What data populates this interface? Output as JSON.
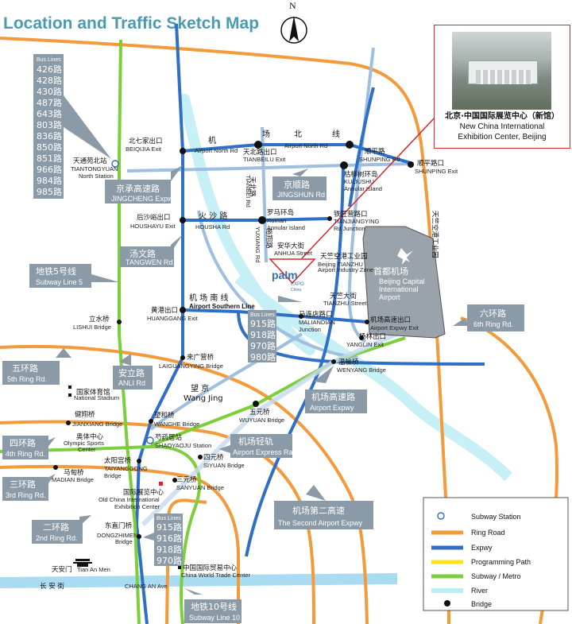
{
  "title": "Location and Traffic Sketch Map",
  "compass": "N",
  "photo_caption": {
    "zh": "北京·中国国际展览中心（新馆）",
    "en1": "New China International",
    "en2": "Exhibition Center, Beijing"
  },
  "callouts": {
    "bus_lines_1": {
      "header": "Bus Lines",
      "routes": [
        "426路",
        "428路",
        "430路",
        "487路",
        "643路",
        "803路",
        "836路",
        "850路",
        "851路",
        "966路",
        "984路",
        "985路"
      ]
    },
    "bus_lines_2": {
      "header": "Bus Lines",
      "routes": [
        "915路",
        "918路",
        "970路",
        "980路"
      ]
    },
    "bus_lines_3": {
      "header": "Bus Lines",
      "routes": [
        "915路",
        "916路",
        "918路",
        "970路"
      ]
    },
    "jingcheng": {
      "zh": "京承高速路",
      "en": "JINGCHENG Expwy"
    },
    "jingshun": {
      "zh": "京顺路",
      "en": "JINGSHUN Rd"
    },
    "tangwen": {
      "zh": "汤文路",
      "en": "TANGWEN Rd"
    },
    "subway5": {
      "zh": "地铁5号线",
      "en": "Subway Line 5"
    },
    "ring6": {
      "zh": "六环路",
      "en": "6th Ring Rd."
    },
    "ring5": {
      "zh": "五环路",
      "en": "5th Ring Rd."
    },
    "anli": {
      "zh": "安立路",
      "en": "ANLI Rd"
    },
    "airport_expwy": {
      "zh": "机场高速路",
      "en": "Airport Expwy"
    },
    "ring4": {
      "zh": "四环路",
      "en": "4th Ring Rd."
    },
    "airport_rail": {
      "zh": "机场轻轨",
      "en": "Airport Express Rail"
    },
    "ring3": {
      "zh": "三环路",
      "en": "3rd Ring Rd."
    },
    "second_airport": {
      "zh": "机场第二高速",
      "en": "The Second Airport Expwy"
    },
    "ring2": {
      "zh": "二环路",
      "en": "2nd Ring Rd."
    },
    "subway10": {
      "zh": "地铁10号线",
      "en": "Subway Line 10"
    },
    "airport": {
      "zh": "首都机场",
      "en1": "Beijing Capital",
      "en2": "International",
      "en3": "Airport"
    }
  },
  "roads": {
    "airport_north": {
      "zh1": "机",
      "zh2": "场",
      "zh3": "北",
      "zh4": "线",
      "en": "Airport North Rd"
    },
    "airport_north_en2": "Airport North Rd",
    "housha": {
      "zh": "火  沙  路",
      "en": "HOUSHA Rd"
    },
    "airport_south": {
      "zh": "机  场  南  线",
      "en": "Airport Southern Line"
    },
    "tianbei": {
      "zh": "天北路",
      "en": "TIANBEI Rd"
    },
    "yuxiang": {
      "zh": "裕翔路",
      "en": "YUXIANG Rd"
    },
    "changan": {
      "zh": "长        安        街",
      "en": "CHANG AN Ave"
    },
    "tianzhu_st": {
      "zh": "天竺大街",
      "en": "TIANZHU Street"
    },
    "anhua_st": {
      "zh": "安华大街",
      "en": "ANHUA Street"
    },
    "wangjing": {
      "zh": "望 京",
      "en": "Wang Jing"
    },
    "shunyi_rd": {
      "zh": "天竺空港工业园",
      "en": ""
    }
  },
  "places": [
    {
      "zh": "北七家出口",
      "en": "BEIQIJIA Exit"
    },
    {
      "zh": "天北路出口",
      "en": "TIANBEILU Exit"
    },
    {
      "zh": "顺平路",
      "en": "SHUNPING Rd"
    },
    {
      "zh": "顺平路口",
      "en": "SHUNPING Exit"
    },
    {
      "zh": "枯柳树环岛",
      "en1": "KULIUSHU",
      "en2": "Annular Island"
    },
    {
      "zh": "天通苑北站",
      "en1": "TIANTONGYUAN",
      "en2": "North Station"
    },
    {
      "zh": "后沙峪出口",
      "en": "HOUSHAYU Exit"
    },
    {
      "zh": "罗马环岛",
      "en1": "Roman",
      "en2": "Annular Island"
    },
    {
      "zh": "铁匠营路口",
      "en1": "TIANJIANGYING",
      "en2": "Rd Junction"
    },
    {
      "zh": "天竺空港工业园",
      "en1": "Beijing TIANZHU",
      "en2": "Airport Industry Zone"
    },
    {
      "zh": "立水桥",
      "en": "LISHUI Bridge"
    },
    {
      "zh": "黄港出口",
      "en": "HUANGGANG Exit"
    },
    {
      "zh": "马连店路口",
      "en1": "MALIANDIAN",
      "en2": "Junction"
    },
    {
      "zh": "机场高速出口",
      "en": "Airport Expwy Exit"
    },
    {
      "zh": "杨林出口",
      "en": "YANGLIN Exit"
    },
    {
      "zh": "来广营桥",
      "en": "LAIGUANGYING Bridge"
    },
    {
      "zh": "温榆桥",
      "en": "WENYANG Bridge"
    },
    {
      "zh": "国家体育馆",
      "en": "National Stadium"
    },
    {
      "zh": "五元桥",
      "en": "WUYUAN Bridge"
    },
    {
      "zh": "健翔桥",
      "en": "JIANXIANG Bridge"
    },
    {
      "zh": "望和桥",
      "en": "WANGHE Bridge"
    },
    {
      "zh": "奥体中心",
      "en1": "Olympic Sports",
      "en2": "Center"
    },
    {
      "zh": "芍药居站",
      "en": "SHAOYAOJU Station"
    },
    {
      "zh": "四元桥",
      "en": "SIYUAN Bridge"
    },
    {
      "zh": "太阳宫桥",
      "en1": "TAIYANGGONG",
      "en2": "Bridge"
    },
    {
      "zh": "马甸桥",
      "en": "MADIAN Bridge"
    },
    {
      "zh": "国际展览中心",
      "en1": "Old China International",
      "en2": "Exhibition Center"
    },
    {
      "zh": "三元桥",
      "en": "SANYUAN Bridge"
    },
    {
      "zh": "东直门桥",
      "en1": "DONGZHIMEN",
      "en2": "Bridge"
    },
    {
      "zh": "天安门",
      "en": "Tian An Men"
    },
    {
      "zh": "中国国际贸易中心",
      "en": "China World Trade Center"
    }
  ],
  "national_stadium_en": "National Stadium",
  "venue_logo": {
    "text": "palm",
    "sub": "EXPO",
    "sub2": "China"
  },
  "legend": {
    "items": [
      {
        "label": "Subway Station"
      },
      {
        "label": "Ring Road"
      },
      {
        "label": "Expwy"
      },
      {
        "label": "Programming Path"
      },
      {
        "label": "Subway / Metro"
      },
      {
        "label": "River"
      },
      {
        "label": "Bridge"
      }
    ]
  },
  "colors": {
    "ring_road": "#f39a3c",
    "expwy": "#2f6fc6",
    "programming": "#ffe21a",
    "subway": "#7ccf3a",
    "river": "#bdeef5",
    "callout": "#8a9aa6",
    "bridge": "#111111",
    "grey_road": "#9fbfe0",
    "airport": "#9aa3ab"
  }
}
